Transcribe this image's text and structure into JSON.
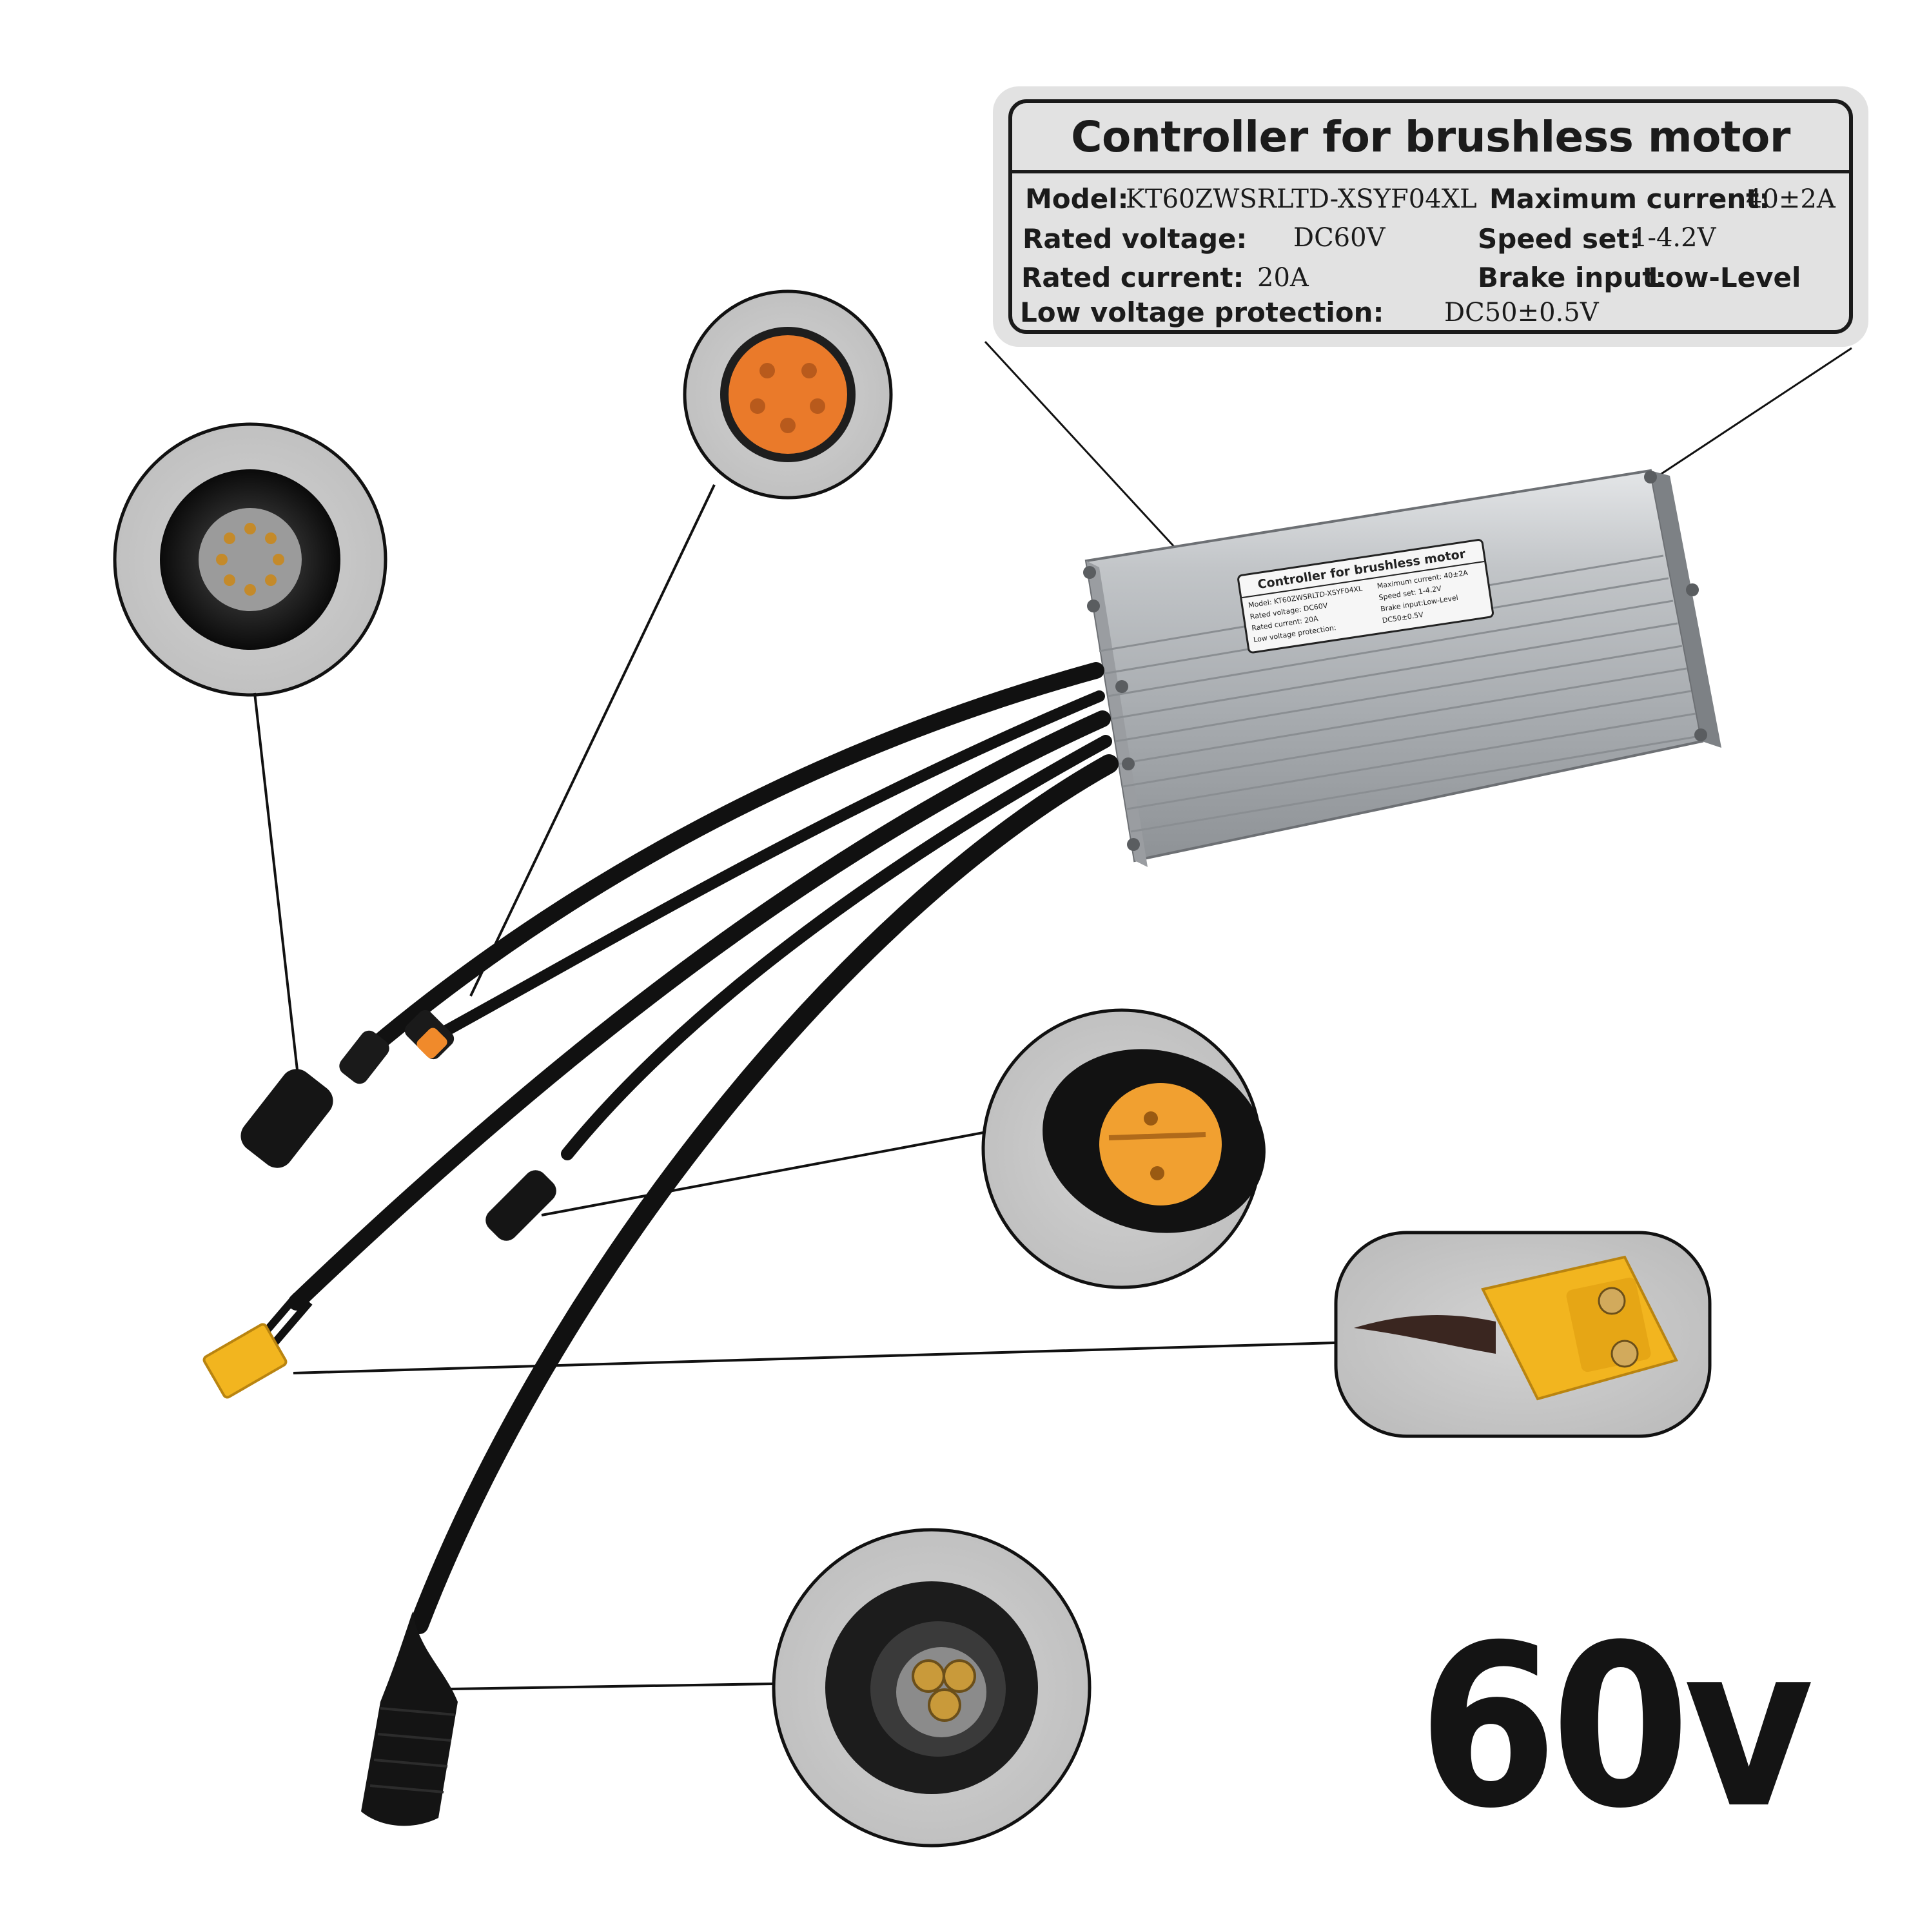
{
  "label": {
    "title": "Controller for brushless motor",
    "model_key": "Model:",
    "model_value": "KT60ZWSRLTD-XSYF04XL",
    "max_current_key": "Maximum current:",
    "max_current_value": "40±2A",
    "rated_voltage_key": "Rated voltage:",
    "rated_voltage_value": "DC60V",
    "speed_set_key": "Speed set:",
    "speed_set_value": "1-4.2V",
    "rated_current_key": "Rated current:",
    "rated_current_value": "20A",
    "brake_input_key": "Brake input:",
    "brake_input_value": "Low-Level",
    "low_voltage_key": "Low voltage protection:",
    "low_voltage_value": "DC50±0.5V"
  },
  "small_label": {
    "title": "Controller for brushless motor",
    "line1": "Model: KT60ZWSRLTD-XSYF04XL",
    "line2": "Rated voltage:    DC60V",
    "line3": "Rated current:    20A",
    "line4": "Low voltage protection:",
    "line5": "Maximum current: 40±2A",
    "line6": "Speed set:  1-4.2V",
    "line7": "Brake input:Low-Level",
    "line8": "DC50±0.5V"
  },
  "badge": "60v",
  "colors": {
    "background": "#ffffff",
    "callout_fill": "#c9c9c9",
    "housing_silver": "#b9bcbf",
    "cable_black": "#111111",
    "connector_orange": "#f08a2b",
    "xt60_yellow": "#f2b51f"
  },
  "icons": {
    "controller": "brushless-controller-housing",
    "connectors": [
      "8-pin-display-connector",
      "orange-2-pin-connector",
      "orange-3-pin-connector",
      "xt60-power-connector",
      "motor-phase-connector"
    ]
  }
}
